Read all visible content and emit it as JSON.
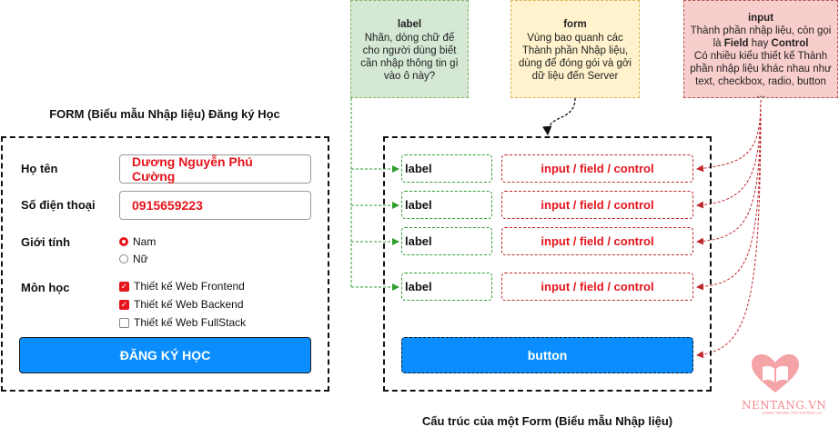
{
  "left_form": {
    "title": "FORM (Biểu mẫu Nhập liệu) Đăng ký Học",
    "fullname_label": "Họ tên",
    "fullname_value": "Dương Nguyễn Phú Cường",
    "phone_label": "Số điện thoại",
    "phone_value": "0915659223",
    "gender_label": "Giới tính",
    "gender_options": [
      "Nam",
      "Nữ"
    ],
    "gender_selected": "Nam",
    "course_label": "Môn học",
    "course_options": [
      {
        "label": "Thiết kế Web Frontend",
        "checked": true
      },
      {
        "label": "Thiết kế Web Backend",
        "checked": true
      },
      {
        "label": "Thiết kế Web FullStack",
        "checked": false
      }
    ],
    "submit_label": "ĐĂNG KÝ HỌC"
  },
  "notes": {
    "label": {
      "title": "label",
      "text": "Nhãn, dòng chữ để cho người dùng biết cần nhập thông tin gì vào ô này?"
    },
    "form": {
      "title": "form",
      "text": "Vùng bao quanh các Thành phần Nhập liệu, dùng để đóng gói và gởi dữ liệu đến Server"
    },
    "input": {
      "title": "input",
      "text_1": "Thành phần nhập liệu, còn gọi là",
      "strong_1": "Field",
      "text_2": "hay",
      "strong_2": "Control",
      "text_3": "Có nhiều kiểu thiết kế Thành phần nhập liệu khác nhau như text, checkbox, radio, button ..."
    }
  },
  "structure": {
    "rows": [
      {
        "label": "label",
        "control": "input / field / control"
      },
      {
        "label": "label",
        "control": "input / field / control"
      },
      {
        "label": "label",
        "control": "input / field / control"
      },
      {
        "label": "label",
        "control": "input / field / control"
      }
    ],
    "button_label": "button",
    "caption": "Cấu trúc của một Form (Biểu mẫu Nhập liệu)"
  },
  "logo": {
    "text": "NENTANG.VN",
    "tagline": "HÀNH TRANG TỚI TƯƠNG LAI"
  },
  "colors": {
    "red": "#e5141c",
    "blue": "#0a8eff",
    "green": "#2e9e2e",
    "label_note_bg": "#d5e8d4",
    "form_note_bg": "#fff2cc",
    "input_note_bg": "#f8cecc"
  }
}
